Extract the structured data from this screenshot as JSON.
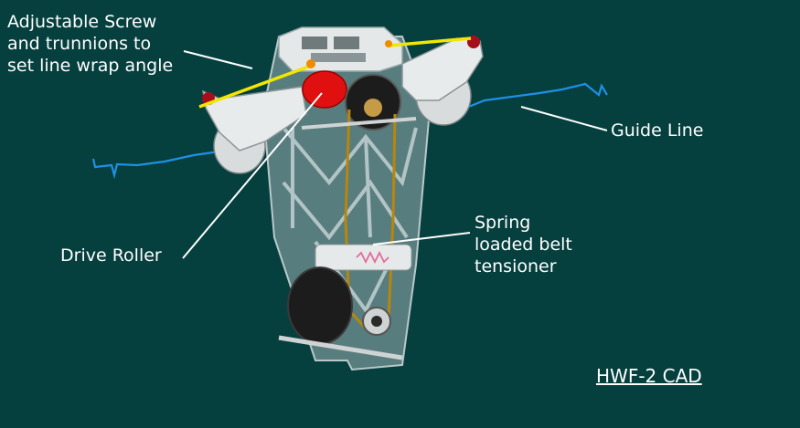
{
  "labels": {
    "adjustable_screw": "Adjustable Screw\nand trunnions to\nset line wrap angle",
    "guide_line": "Guide Line",
    "drive_roller": "Drive Roller",
    "spring_tensioner": "Spring\nloaded belt\ntensioner",
    "title": "HWF-2 CAD"
  },
  "colors": {
    "background": "#053f3e",
    "label_text": "#ffffff",
    "guide_line": "#1e90e6",
    "adjust_screw": "#f2e600",
    "belt": "#b8860b",
    "frame": "#8fa3a6",
    "roller": "#e01010",
    "motor": "#1c1c1c"
  }
}
